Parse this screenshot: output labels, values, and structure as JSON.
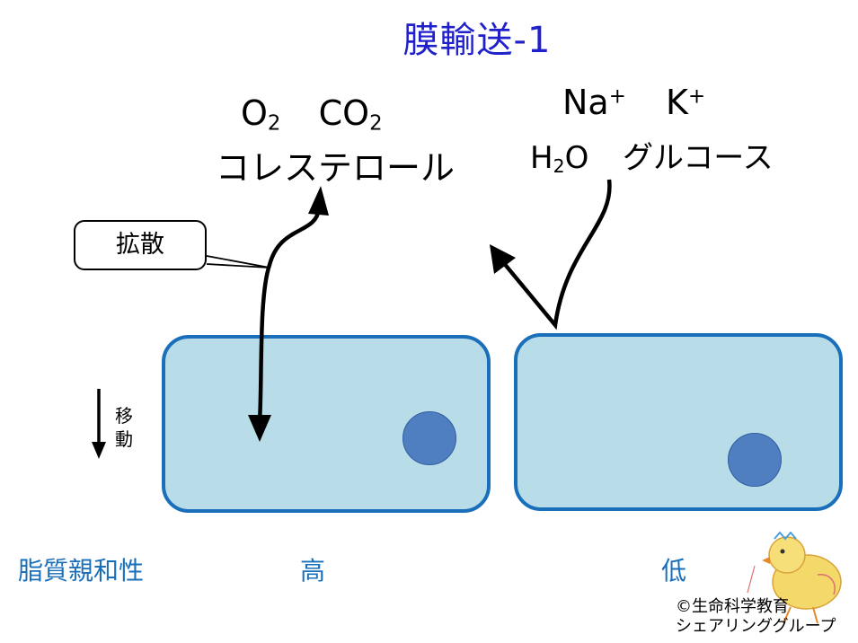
{
  "title": "膜輸送-1",
  "left_molecules": {
    "o2_main": "O",
    "o2_sub": "2",
    "co2_main": "CO",
    "co2_sub": "2",
    "line2": "コレステロール"
  },
  "right_molecules": {
    "na_main": "Na",
    "na_sup": "+",
    "k_main": "K",
    "k_sup": "+",
    "h2o_h": "H",
    "h2o_sub": "2",
    "h2o_o": "O",
    "glucose": "グルコース"
  },
  "callout_label": "拡散",
  "movement_label_1": "移",
  "movement_label_2": "動",
  "lipid_affinity_label": "脂質親和性",
  "high_label": "高",
  "low_label": "低",
  "copyright_line1": "©生命科学教育",
  "copyright_line2": "シェアリンググループ",
  "colors": {
    "title": "#1f1fcc",
    "cell_fill": "#b8dde8",
    "cell_border": "#1a6fba",
    "nucleus": "#4f7fc0",
    "label_blue": "#1a6fba"
  }
}
